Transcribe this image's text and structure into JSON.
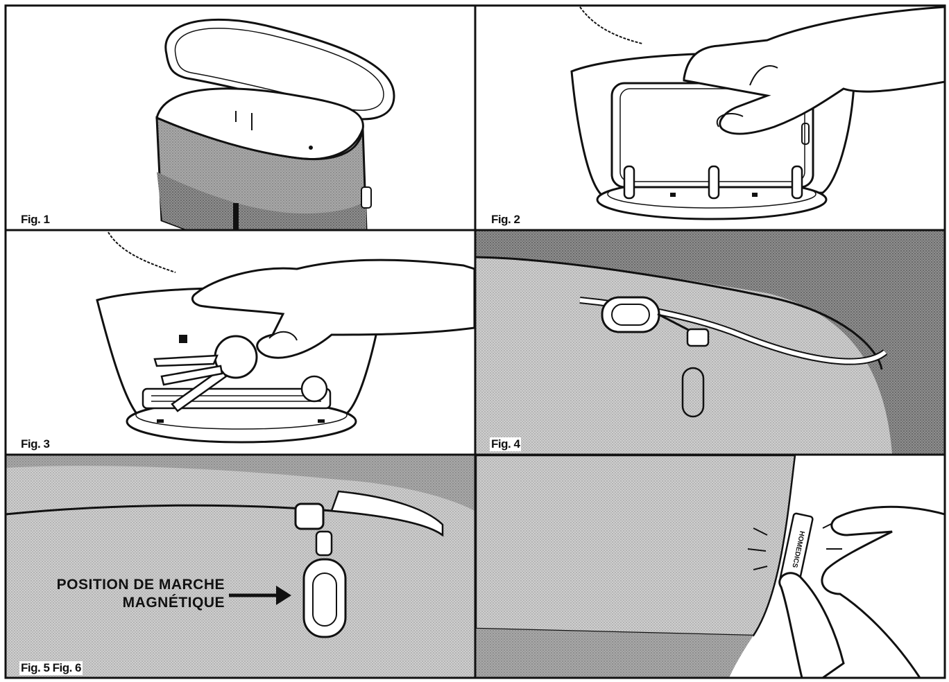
{
  "figures": [
    {
      "id": "fig1",
      "caption": "Fig. 1"
    },
    {
      "id": "fig2",
      "caption": "Fig. 2"
    },
    {
      "id": "fig3",
      "caption": "Fig. 3"
    },
    {
      "id": "fig4",
      "caption": "Fig. 4"
    },
    {
      "id": "fig5",
      "caption": "Fig. 5 Fig. 6"
    }
  ],
  "callout": {
    "line1": "POSITION DE MARCHE",
    "line2": "MAGNÉTIQUE"
  },
  "tag_text": "HOMEDICS",
  "colors": {
    "ink": "#111111",
    "fabric": "#9a9a9a",
    "fabric_light": "#c8c8c8",
    "fabric_dark": "#6e6e6e",
    "paper": "#ffffff"
  }
}
